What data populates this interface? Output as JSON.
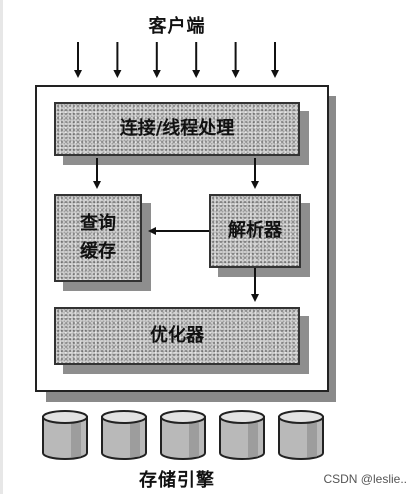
{
  "client": {
    "label": "客户端"
  },
  "server": {
    "connection_box": "连接/线程处理",
    "cache_box": [
      "查询",
      "缓存"
    ],
    "parser_box": "解析器",
    "optimizer_box": "优化器"
  },
  "storage": {
    "label": "存储引擎",
    "cylinder_count": 5,
    "client_arrow_count": 6
  },
  "watermark": "CSDN @leslie.."
}
